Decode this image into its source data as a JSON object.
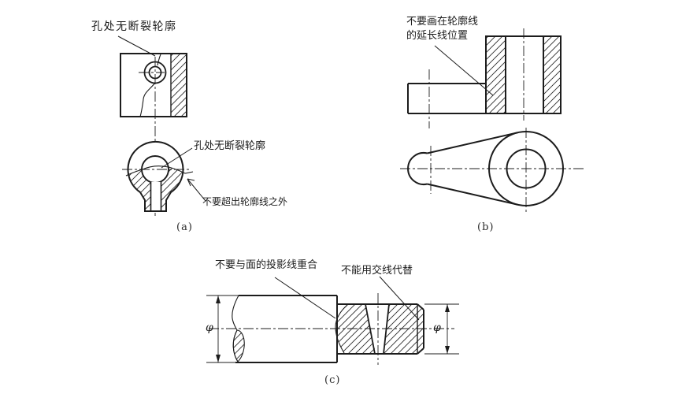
{
  "figure": {
    "kind": "engineering-drawing-teaching-figure",
    "language": "zh-CN"
  },
  "colors": {
    "background": "#ffffff",
    "line": "#1c1c1c"
  },
  "panels": {
    "a": {
      "caption": "(a)",
      "note_front": "孔处无断裂轮廓",
      "note_hole": "孔处无断裂轮廓",
      "note_contour": "不要超出轮廓线之外"
    },
    "b": {
      "caption": "(b)",
      "note_line1": "不要画在轮廓线",
      "note_line2": "的延长线位置"
    },
    "c": {
      "caption": "(c)",
      "note_left": "不要与面的投影线重合",
      "note_right": "不能用交线代替",
      "dim_left": "φ",
      "dim_right": "φ"
    }
  }
}
